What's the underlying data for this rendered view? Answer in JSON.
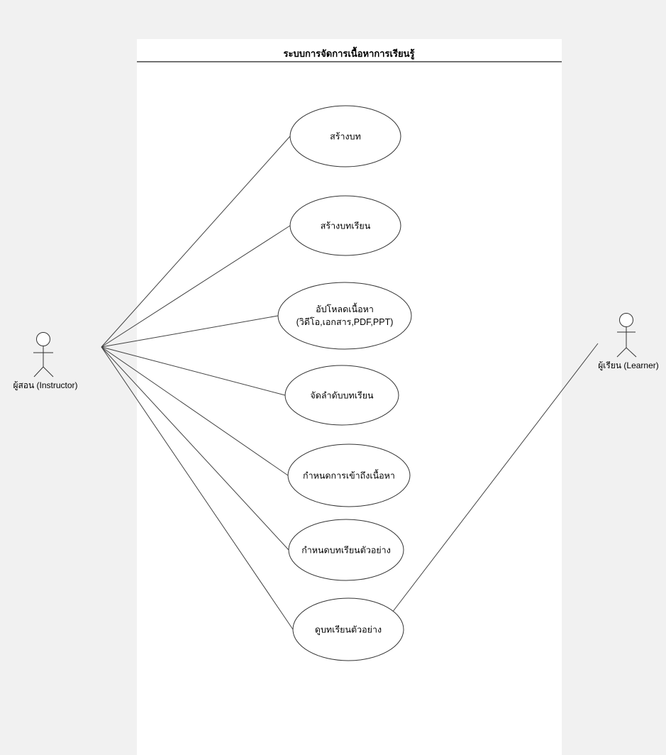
{
  "diagram": {
    "title": "ระบบการจัดการเนื้อหาการเรียนรู้",
    "actors": {
      "instructor": {
        "label": "ผู้สอน (Instructor)"
      },
      "learner": {
        "label": "ผู้เรียน (Learner)"
      }
    },
    "use_cases": [
      {
        "label": "สร้างบท"
      },
      {
        "label": "สร้างบทเรียน"
      },
      {
        "label": "อัปโหลดเนื้อหา",
        "label_line2": "(วิดีโอ,เอกสาร,PDF,PPT)"
      },
      {
        "label": "จัดลำดับบทเรียน"
      },
      {
        "label": "กำหนดการเข้าถึงเนื้อหา"
      },
      {
        "label": "กำหนดบทเรียนตัวอย่าง"
      },
      {
        "label": "ดูบทเรียนตัวอย่าง"
      }
    ],
    "connections": {
      "instructor_to_use_case_indexes": [
        0,
        1,
        2,
        3,
        4,
        5,
        6
      ],
      "learner_to_use_case_indexes": [
        6
      ]
    },
    "colors": {
      "canvas_background": "#f1f1f1",
      "system_boundary_fill": "#ffffff",
      "shape_stroke": "#333333",
      "connector_stroke": "#424242",
      "title_underline": "#737373",
      "text": "#000000"
    }
  }
}
